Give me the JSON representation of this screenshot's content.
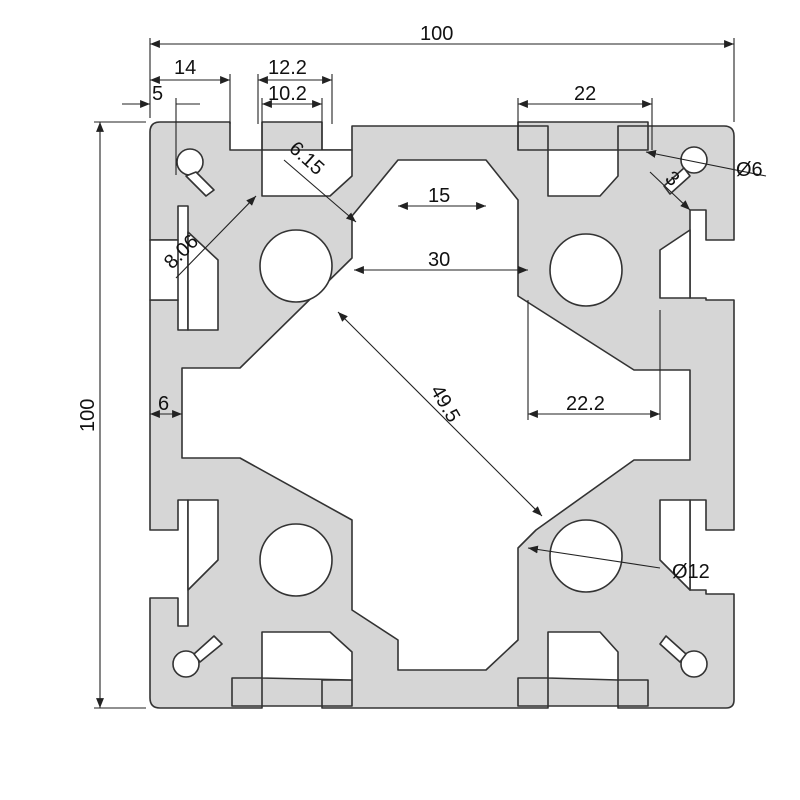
{
  "dimensions": {
    "overall_width": "100",
    "overall_height": "100",
    "slot_outer_offset": "14",
    "slot_offset": "5",
    "slot_opening_outer": "12.2",
    "slot_opening_inner": "10.2",
    "chamfer": "6.15",
    "wall": "8.06",
    "center_slot_width": "15",
    "hole_spacing": "30",
    "diagonal": "49.5",
    "slot_depth_top": "22",
    "slot_depth_right": "22.2",
    "wall_thickness": "6",
    "small_hole_dia": "Ø6",
    "tab": "3",
    "large_hole_dia": "Ø12"
  },
  "colors": {
    "profile_fill": "#d6d6d6",
    "outline": "#333333"
  }
}
